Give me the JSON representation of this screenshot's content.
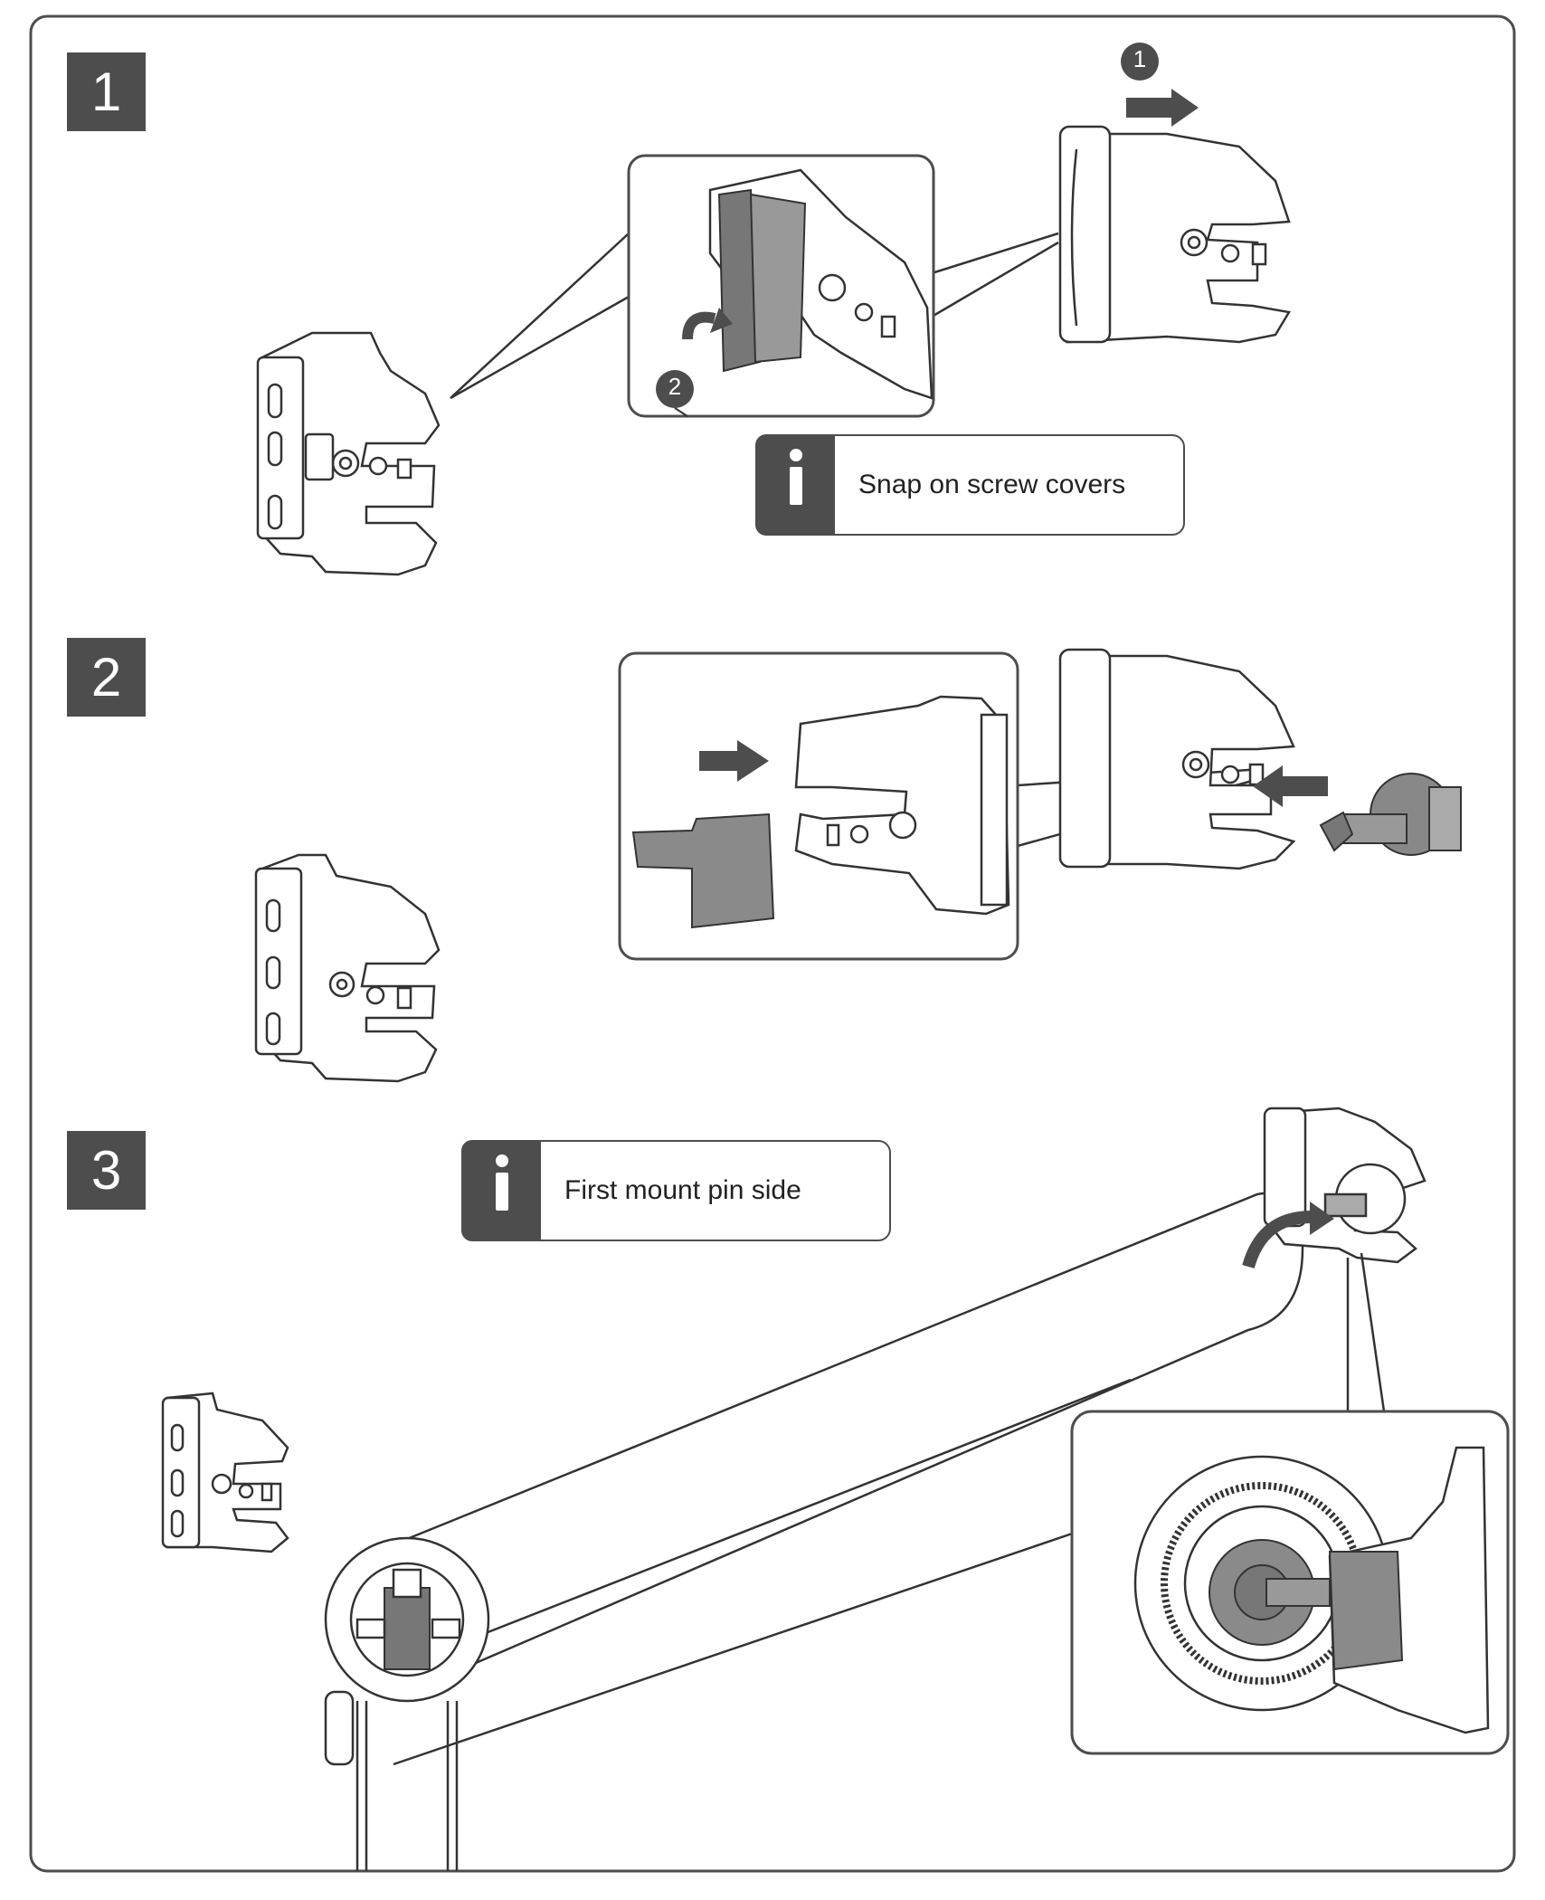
{
  "steps": [
    {
      "number": "1"
    },
    {
      "number": "2"
    },
    {
      "number": "3"
    }
  ],
  "callouts": [
    {
      "badge": "1"
    },
    {
      "badge": "2"
    }
  ],
  "info_boxes": [
    {
      "text": "Snap on screw covers"
    },
    {
      "text": "First mount pin side"
    }
  ],
  "colors": {
    "badge": "#4d4d4d",
    "line": "#333333",
    "part_fill": "#ffffff",
    "dark_part": "#666666"
  }
}
